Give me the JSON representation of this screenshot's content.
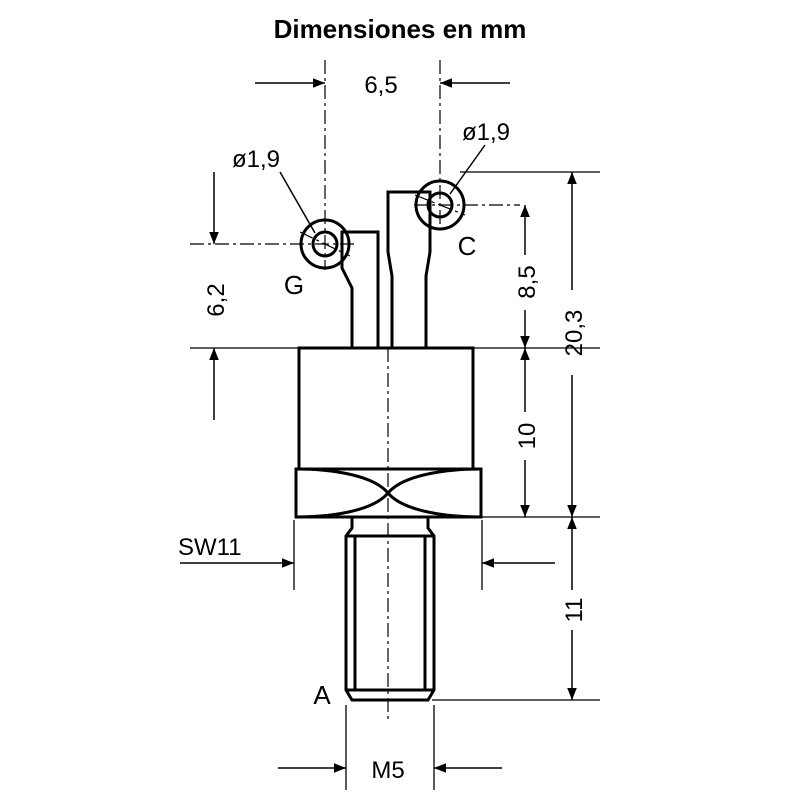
{
  "title": "Dimensiones en mm",
  "dimensions": {
    "lead_spacing": "6,5",
    "diameter_g": "ø1,9",
    "diameter_c": "ø1,9",
    "gate_height": "6,2",
    "terminal_height": "8,5",
    "body_height": "10",
    "total_height": "20,3",
    "hex_size": "SW11",
    "thread_length": "11",
    "thread_size": "M5"
  },
  "terminals": {
    "gate": "G",
    "cathode": "C",
    "anode": "A"
  }
}
